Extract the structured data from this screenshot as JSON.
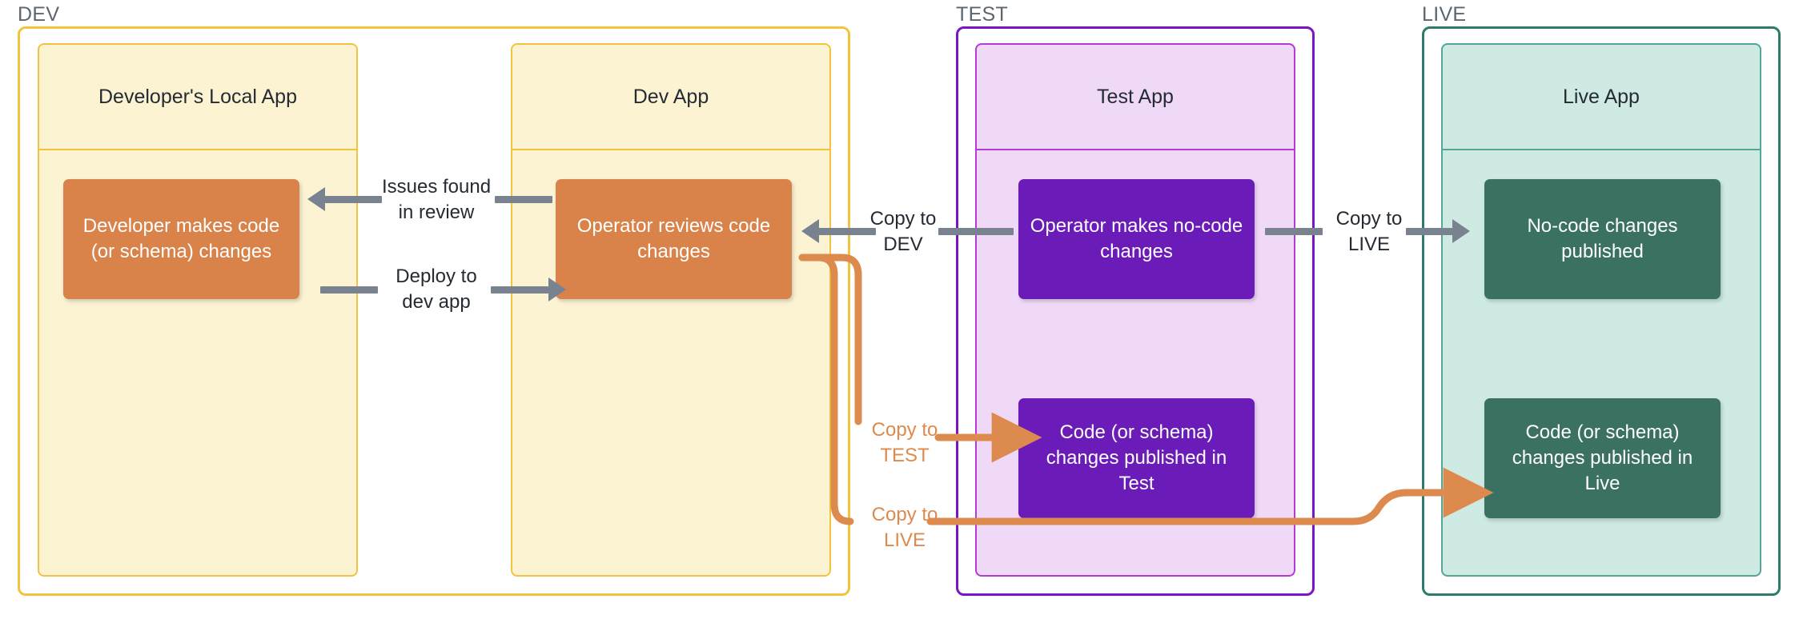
{
  "diagram": {
    "title": "Dev / Test / Live environment promotion flow",
    "colors": {
      "dev_border": "#F2C43D",
      "dev_fill": "#FCF3D3",
      "test_border": "#7A14C4",
      "test_inner_border": "#B43BD4",
      "test_fill": "#F0D9F7",
      "live_border": "#2E7A6B",
      "live_inner_border": "#52A79A",
      "live_fill": "#CFE9E3",
      "node_orange": "#D9824A",
      "node_purple": "#6B1CB8",
      "node_green": "#3A7163",
      "arrow_gray": "#78838F",
      "arrow_orange": "#DD8A4E",
      "env_label_text": "#5C6670"
    },
    "environments": [
      {
        "id": "dev",
        "label": "DEV"
      },
      {
        "id": "test",
        "label": "TEST"
      },
      {
        "id": "live",
        "label": "LIVE"
      }
    ],
    "apps": [
      {
        "id": "local-app",
        "env": "dev",
        "title": "Developer's Local App"
      },
      {
        "id": "dev-app",
        "env": "dev",
        "title": "Dev App"
      },
      {
        "id": "test-app",
        "env": "test",
        "title": "Test App"
      },
      {
        "id": "live-app",
        "env": "live",
        "title": "Live App"
      }
    ],
    "nodes": [
      {
        "id": "developer-makes-changes",
        "app": "local-app",
        "color": "orange",
        "text": "Developer makes code (or schema) changes"
      },
      {
        "id": "operator-reviews-code",
        "app": "dev-app",
        "color": "orange",
        "text": "Operator reviews code changes"
      },
      {
        "id": "operator-no-code",
        "app": "test-app",
        "color": "purple",
        "text": "Operator makes no-code changes"
      },
      {
        "id": "code-published-test",
        "app": "test-app",
        "color": "purple",
        "text": "Code (or schema) changes published in Test"
      },
      {
        "id": "no-code-published",
        "app": "live-app",
        "color": "green",
        "text": "No-code changes published"
      },
      {
        "id": "code-published-live",
        "app": "live-app",
        "color": "green",
        "text": "Code (or schema) changes published in Live"
      }
    ],
    "flows": [
      {
        "id": "issues-found-in-review",
        "label": "Issues found\nin review",
        "direction": "left",
        "style": "gray",
        "from": "operator-reviews-code",
        "to": "developer-makes-changes"
      },
      {
        "id": "deploy-to-dev-app",
        "label": "Deploy to\ndev app",
        "direction": "right",
        "style": "gray",
        "from": "developer-makes-changes",
        "to": "operator-reviews-code"
      },
      {
        "id": "copy-to-dev",
        "label": "Copy to\nDEV",
        "direction": "left",
        "style": "gray",
        "from": "operator-no-code",
        "to": "operator-reviews-code"
      },
      {
        "id": "copy-to-live",
        "label": "Copy to\nLIVE",
        "direction": "right",
        "style": "gray",
        "from": "operator-no-code",
        "to": "no-code-published"
      },
      {
        "id": "copy-to-test",
        "label": "Copy to\nTEST",
        "direction": "right",
        "style": "orange",
        "from": "operator-reviews-code",
        "to": "code-published-test"
      },
      {
        "id": "copy-to-live-code",
        "label": "Copy to\nLIVE",
        "direction": "right",
        "style": "orange",
        "from": "operator-reviews-code",
        "to": "code-published-live"
      }
    ]
  }
}
